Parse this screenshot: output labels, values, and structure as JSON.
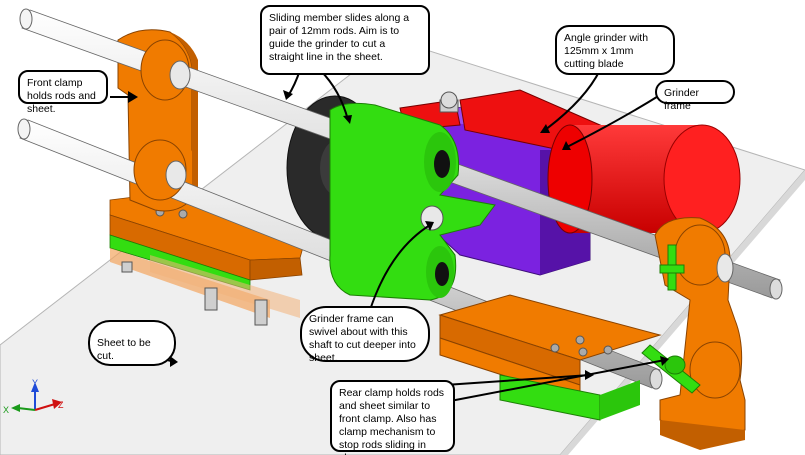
{
  "callouts": {
    "front_clamp": "Front clamp holds rods and sheet.",
    "sliding_member": "Sliding member slides along a pair of 12mm rods. Aim is to guide the grinder to cut a straight line in the sheet.",
    "angle_grinder": "Angle grinder with 125mm x 1mm cutting blade",
    "grinder_frame": "Grinder frame",
    "sheet": "Sheet to be cut.",
    "swivel": "Grinder frame can swivel about with this shaft to cut deeper into sheet.",
    "rear_clamp": "Rear clamp holds rods and sheet similar to front clamp. Also has clamp mechanism to stop rods sliding in clamps."
  },
  "axis_triad": {
    "x": "X",
    "y": "Y",
    "z": "Z"
  },
  "colors": {
    "clamp": "#f07b00",
    "sliding_member": "#33dd11",
    "grinder_frame": "#7b22e0",
    "grinder_motor": "#ee1010",
    "blade": "#2a2a2a",
    "rod": "#e8e8e8",
    "sheet": "#eeeeee"
  }
}
